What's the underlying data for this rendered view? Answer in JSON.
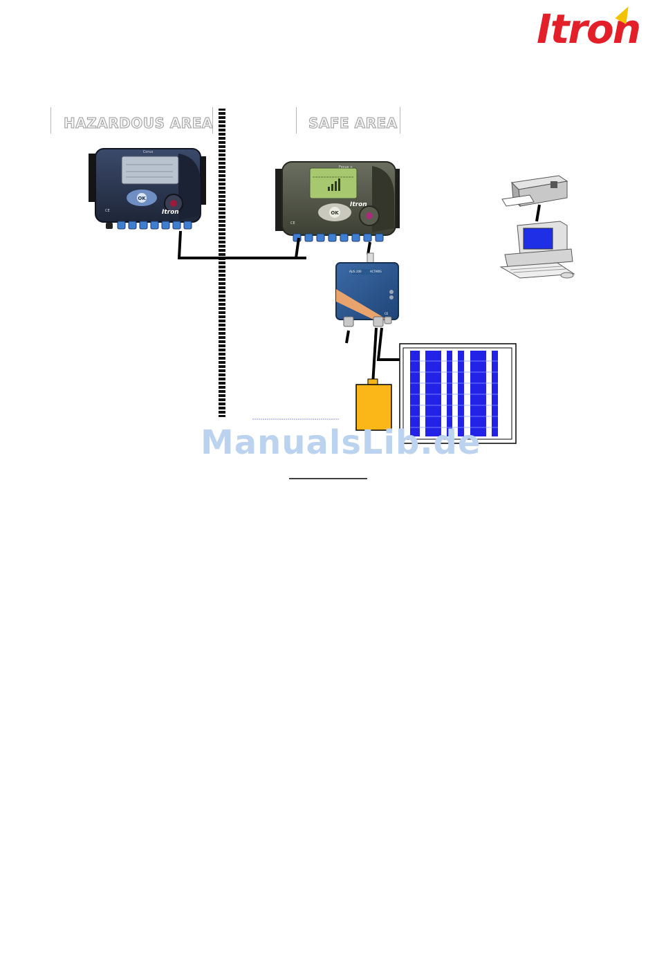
{
  "brand": {
    "logo_text": "Itron",
    "accent": "#e3202a",
    "accent2": "#f2c200"
  },
  "diagram": {
    "hazardous_label": "HAZARDOUS AREA",
    "safe_label": "SAFE AREA",
    "corus": {
      "name": "Corus",
      "brand": "Itron",
      "ok": "OK",
      "mark": "CE"
    },
    "focus": {
      "name": "Focus +",
      "brand": "Itron",
      "ok": "OK",
      "mark": "CE"
    },
    "barrier": {
      "model": "ALIS 200",
      "maker": "ACTARIS",
      "mark": "CE"
    },
    "icons": [
      "printer-icon",
      "computer-icon",
      "battery-icon",
      "solar-panel-icon"
    ]
  },
  "watermark": "ManualsLib.de"
}
